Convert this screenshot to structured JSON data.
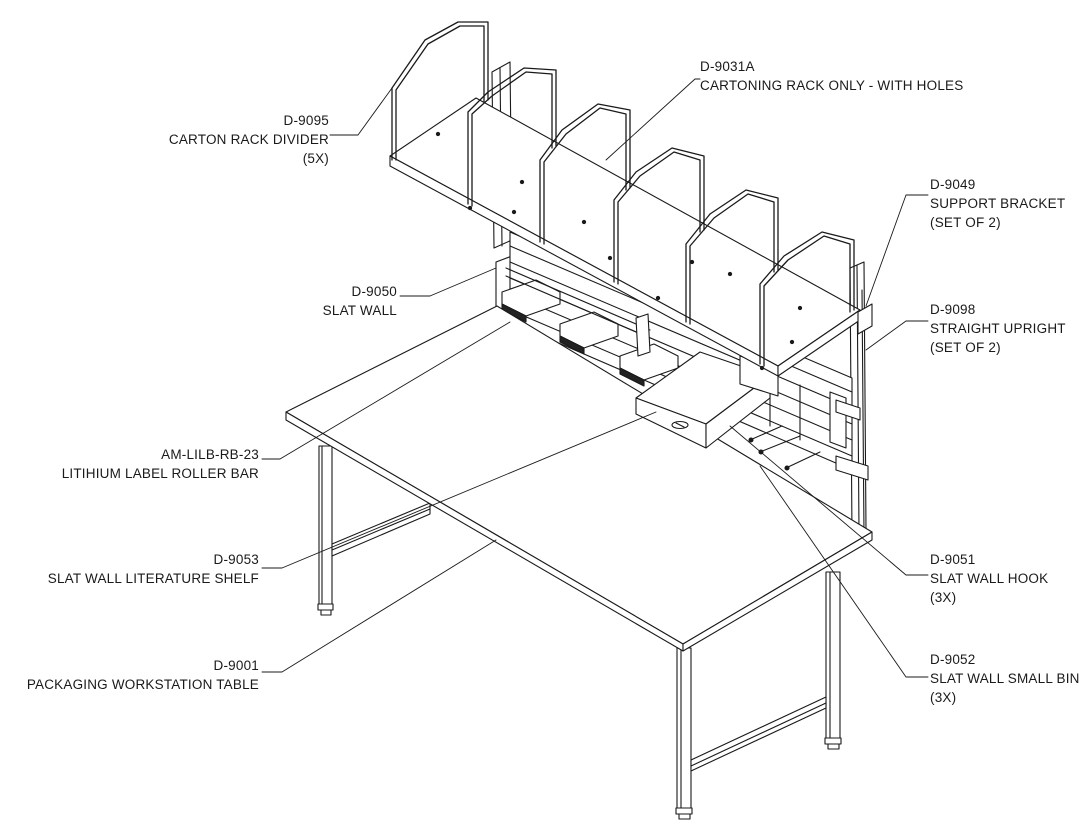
{
  "callouts": {
    "d9095": {
      "part": "D-9095",
      "desc": "CARTON RACK DIVIDER",
      "qty": "(5X)"
    },
    "d9031a": {
      "part": "D-9031A",
      "desc": "CARTONING RACK ONLY - WITH HOLES"
    },
    "d9049": {
      "part": "D-9049",
      "desc": "SUPPORT BRACKET",
      "qty": "(SET OF 2)"
    },
    "d9050": {
      "part": "D-9050",
      "desc": "SLAT WALL"
    },
    "d9098": {
      "part": "D-9098",
      "desc": "STRAIGHT UPRIGHT",
      "qty": "(SET OF 2)"
    },
    "amlilb": {
      "part": "AM-LILB-RB-23",
      "desc": "LITIHIUM LABEL ROLLER BAR"
    },
    "d9053": {
      "part": "D-9053",
      "desc": "SLAT WALL LITERATURE SHELF"
    },
    "d9051": {
      "part": "D-9051",
      "desc": "SLAT WALL HOOK",
      "qty": "(3X)"
    },
    "d9001": {
      "part": "D-9001",
      "desc": "PACKAGING WORKSTATION TABLE"
    },
    "d9052": {
      "part": "D-9052",
      "desc": "SLAT WALL SMALL BIN",
      "qty": "(3X)"
    }
  },
  "colors": {
    "line": "#1a1a1a",
    "background": "#ffffff"
  }
}
